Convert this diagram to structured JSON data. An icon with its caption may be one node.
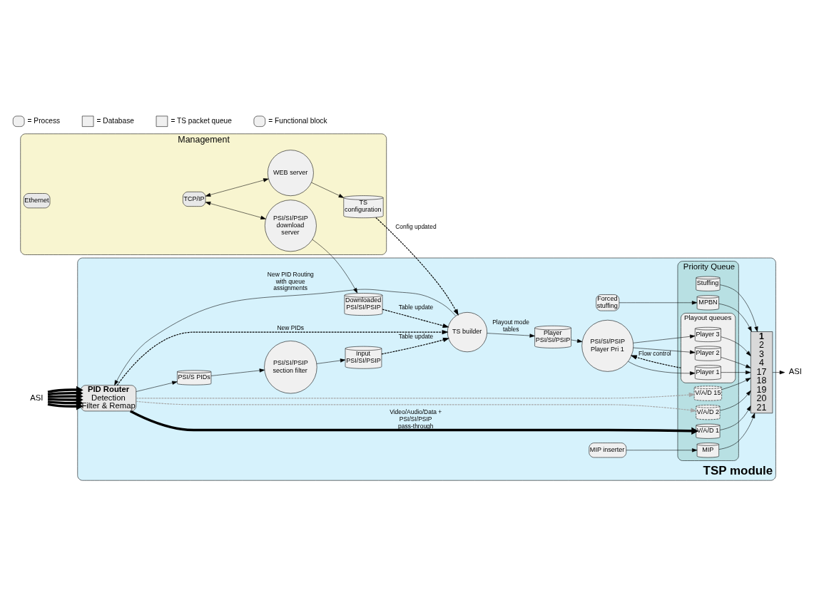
{
  "diagram": {
    "nodes": [
      {
        "text": [
          "TSP module"
        ]
      },
      {
        "text": [
          "PID Router",
          "Detection Filter & Remap"
        ],
        "in": 0
      },
      {
        "text": [
          "PSI/S PIDs"
        ],
        "in": 0
      },
      {
        "text": [
          "PSI/SI/PSIP section filter"
        ],
        "in": 0
      },
      {
        "text": [
          "Input PSI/SI/PSIP"
        ],
        "in": 0
      },
      {
        "text": [
          "Management"
        ]
      },
      {
        "text": [
          "Ethernet"
        ],
        "in": 5
      },
      {
        "text": [
          "TCP/IP"
        ],
        "in": 5
      },
      {
        "text": [
          "PSI/SI/PSIP download server"
        ],
        "in": 5
      },
      {
        "text": [
          "Downloaded PSI/SI/PSIP"
        ],
        "in": 0
      },
      {
        "text": [
          "WEB server"
        ],
        "in": 5
      },
      {
        "text": [
          "TS configuration"
        ],
        "in": 5
      },
      {
        "text": [
          "TS builder"
        ],
        "in": 0
      },
      {
        "text": [
          "Player PSI/SI/PSIP"
        ],
        "in": 0
      },
      {
        "text": [
          "PSI/SI/PSIP Player Pri 1"
        ],
        "in": 0
      },
      {
        "text": [
          "MIP inserter"
        ],
        "in": 0
      },
      {
        "text": [
          "Forced stuffing"
        ],
        "in": 0
      },
      {
        "text": [
          "Priority Queue"
        ],
        "in": 0
      },
      {
        "text": [
          "MIP"
        ],
        "in": 17
      },
      {
        "text": [
          "MPBN"
        ],
        "in": 17
      },
      {
        "text": [
          "V/A/D 1"
        ],
        "in": 17
      },
      {
        "text": [
          "V/A/D 2"
        ],
        "in": 17
      },
      {
        "text": [
          "V/A/D 15"
        ],
        "in": 17
      },
      {
        "text": [
          "Playout queues"
        ],
        "in": 17
      },
      {
        "text": [
          "Player 1"
        ],
        "in": 23
      },
      {
        "text": [
          "Player 2"
        ],
        "in": 23
      },
      {
        "text": [
          "Player 3"
        ],
        "in": 23
      },
      {
        "text": [
          "Stuffing"
        ],
        "in": 17
      },
      {
        "text": [
          "1",
          "2",
          "3",
          "4",
          "17",
          "18",
          "19",
          "20",
          "21"
        ],
        "in": 0
      },
      {
        "text": [
          "ASI"
        ]
      },
      {
        "text": [
          "ASI"
        ]
      }
    ],
    "edges": [
      {
        "from": 29,
        "to": 1,
        "arrow": "to",
        "style": "thick"
      },
      {
        "from": 29,
        "to": 1,
        "arrow": "to",
        "style": "thick"
      },
      {
        "from": 29,
        "to": 1,
        "arrow": "to",
        "style": "thick"
      },
      {
        "from": 29,
        "to": 1,
        "arrow": "to",
        "style": "thick"
      },
      {
        "from": 29,
        "to": 1,
        "arrow": "to",
        "style": "thick"
      },
      {
        "from": 29,
        "to": 1,
        "arrow": "to",
        "style": "thick"
      },
      {
        "from": 1,
        "to": 20,
        "arrow": "to",
        "style": "thick",
        "label": "Video/Audio/Data + PSI/SI/PSIP pass-through"
      },
      {
        "from": 1,
        "to": 21,
        "arrow": "to",
        "style": "dashed",
        "color": "#a6a6a6"
      },
      {
        "from": 1,
        "to": 22,
        "arrow": "to",
        "style": "dashed",
        "color": "#a6a6a6"
      },
      {
        "from": 1,
        "to": 2,
        "arrow": "to"
      },
      {
        "from": 2,
        "to": 3,
        "arrow": "to"
      },
      {
        "from": 3,
        "to": 4,
        "arrow": "to"
      },
      {
        "from": 1,
        "to": 12,
        "arrow": "to",
        "style": "dashed",
        "label": "New PIDs"
      },
      {
        "from": 12,
        "to": 1,
        "arrow": "to",
        "label": "New PID Routing with queue assignments"
      },
      {
        "from": 4,
        "to": 12,
        "arrow": "to",
        "style": "dashed",
        "label": "Table update"
      },
      {
        "from": 7,
        "to": 8,
        "arrow": "both"
      },
      {
        "from": 7,
        "to": 10,
        "arrow": "both"
      },
      {
        "from": 8,
        "to": 9,
        "arrow": "to"
      },
      {
        "from": 10,
        "to": 11,
        "arrow": "to"
      },
      {
        "from": 9,
        "to": 12,
        "arrow": "to",
        "style": "dashed",
        "label": "Table update"
      },
      {
        "from": 11,
        "to": 12,
        "arrow": "to",
        "style": "dashed",
        "label": "Config updated"
      },
      {
        "from": 12,
        "to": 13,
        "arrow": "to",
        "label": "Playout mode tables"
      },
      {
        "from": 13,
        "to": 14,
        "arrow": "to"
      },
      {
        "from": 23,
        "to": 14,
        "arrow": "to",
        "style": "dashed",
        "label": "Flow control"
      },
      {
        "from": 14,
        "to": 24,
        "arrow": "to"
      },
      {
        "from": 14,
        "to": 25,
        "arrow": "to"
      },
      {
        "from": 14,
        "to": 26,
        "arrow": "to"
      },
      {
        "from": 15,
        "to": 18,
        "arrow": "to"
      },
      {
        "from": 16,
        "to": 19,
        "arrow": "to"
      },
      {
        "from": 18,
        "to": 28,
        "arrow": "to"
      },
      {
        "from": 19,
        "to": 28,
        "arrow": "to"
      },
      {
        "from": 20,
        "to": 28,
        "arrow": "to"
      },
      {
        "from": 21,
        "to": 28,
        "arrow": "to"
      },
      {
        "from": 22,
        "to": 28,
        "arrow": "to"
      },
      {
        "from": 24,
        "to": 28,
        "arrow": "to"
      },
      {
        "from": 25,
        "to": 28,
        "arrow": "to"
      },
      {
        "from": 26,
        "to": 28,
        "arrow": "to"
      },
      {
        "from": 27,
        "to": 28,
        "arrow": "to"
      },
      {
        "from": 28,
        "to": 30,
        "arrow": "to"
      }
    ],
    "legend": [
      {
        "text": "= Process"
      },
      {
        "text": "= Database"
      },
      {
        "text": "= TS packet queue"
      },
      {
        "text": "= Functional block"
      }
    ]
  }
}
